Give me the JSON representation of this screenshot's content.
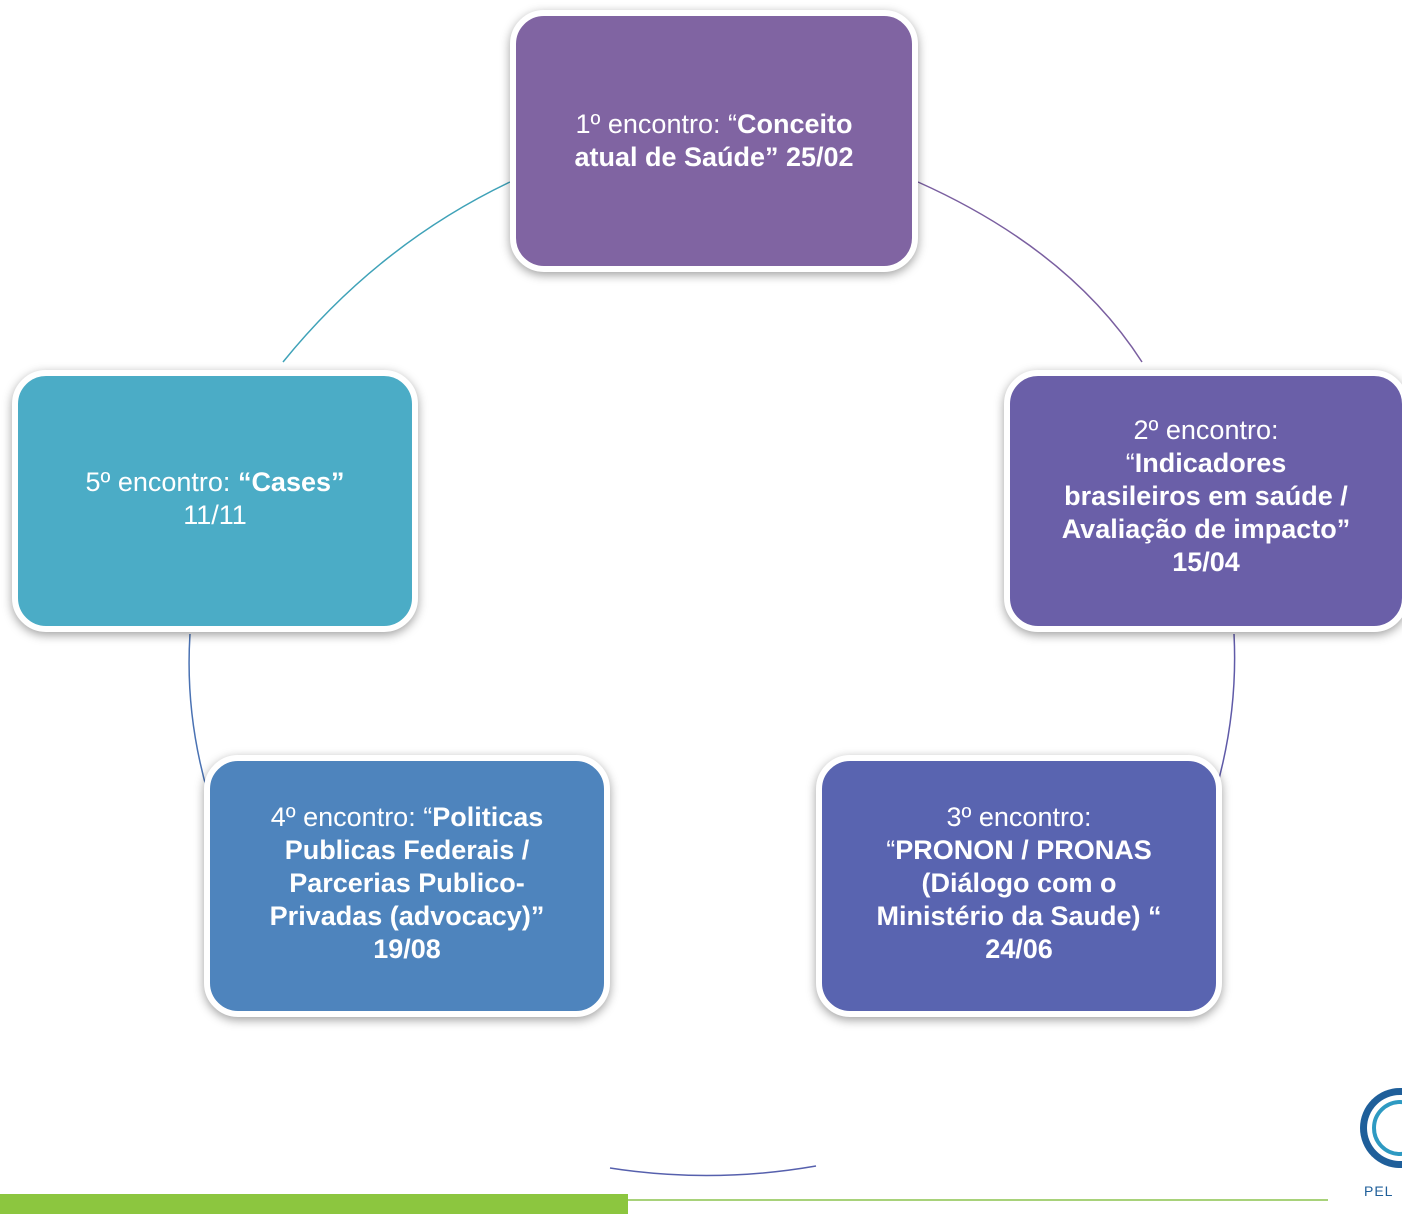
{
  "nodes": [
    {
      "id": "1",
      "color": "#8064a2",
      "lines": [
        [
          {
            "t": "1º encontro: “",
            "b": false
          },
          {
            "t": "Conceito",
            "b": true
          }
        ],
        [
          {
            "t": "atual de Saúde” 25/02",
            "b": true
          }
        ]
      ]
    },
    {
      "id": "2",
      "color": "#6a5fa8",
      "lines": [
        [
          {
            "t": "2º encontro:",
            "b": false
          }
        ],
        [
          {
            "t": "“",
            "b": false
          },
          {
            "t": "Indicadores",
            "b": true
          }
        ],
        [
          {
            "t": "brasileiros em saúde /",
            "b": true
          }
        ],
        [
          {
            "t": "Avaliação de impacto”",
            "b": true
          }
        ],
        [
          {
            "t": "15/04",
            "b": true
          }
        ]
      ]
    },
    {
      "id": "3",
      "color": "#5964b0",
      "lines": [
        [
          {
            "t": "3º encontro:",
            "b": false
          }
        ],
        [
          {
            "t": "“",
            "b": false
          },
          {
            "t": "PRONON / PRONAS",
            "b": true
          }
        ],
        [
          {
            "t": "(Diálogo com o",
            "b": true
          }
        ],
        [
          {
            "t": "Ministério da Saude) “",
            "b": true
          }
        ],
        [
          {
            "t": "24/06",
            "b": true
          }
        ]
      ]
    },
    {
      "id": "4",
      "color": "#4e84bd",
      "lines": [
        [
          {
            "t": "4º encontro: “",
            "b": false
          },
          {
            "t": "Politicas",
            "b": true
          }
        ],
        [
          {
            "t": "Publicas Federais /",
            "b": true
          }
        ],
        [
          {
            "t": "Parcerias Publico-",
            "b": true
          }
        ],
        [
          {
            "t": "Privadas (advocacy)”",
            "b": true
          }
        ],
        [
          {
            "t": "19/08",
            "b": true
          }
        ]
      ]
    },
    {
      "id": "5",
      "color": "#4bacc6",
      "lines": [
        [
          {
            "t": "5º encontro: ",
            "b": false
          },
          {
            "t": "“Cases”",
            "b": true
          }
        ],
        [
          {
            "t": "11/11",
            "b": false
          }
        ]
      ]
    }
  ],
  "connectors": [
    {
      "from": "1",
      "to": "2",
      "color": "#7a5fa0"
    },
    {
      "from": "2",
      "to": "3",
      "color": "#5f5aa8"
    },
    {
      "from": "3",
      "to": "4",
      "color": "#5660ad"
    },
    {
      "from": "4",
      "to": "5",
      "color": "#4a72b3"
    },
    {
      "from": "5",
      "to": "1",
      "color": "#3fa2b8"
    }
  ],
  "logo": {
    "text": "PEL"
  },
  "colors": {
    "bar_green": "#8cc63f",
    "bar_line": "#a8d27a"
  }
}
